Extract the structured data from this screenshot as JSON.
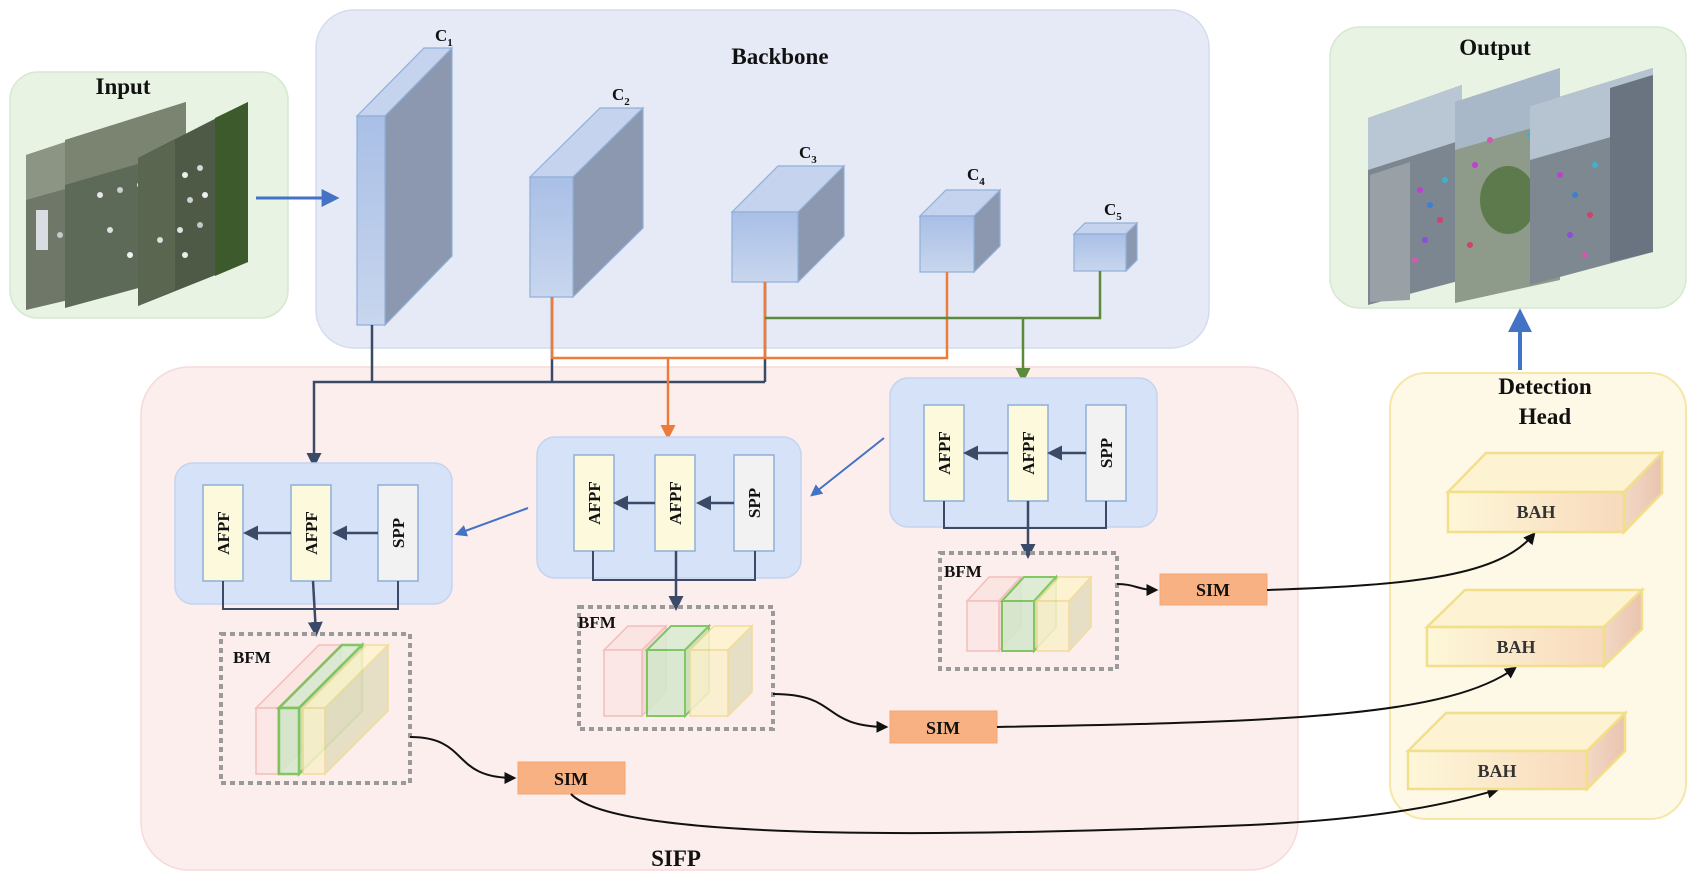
{
  "panels": {
    "input": "Input",
    "backbone": "Backbone",
    "output": "Output",
    "sifp": "SIFP",
    "detection_head": [
      "Detection",
      "Head"
    ]
  },
  "backbone_stages": [
    {
      "base": "C",
      "sub": "1"
    },
    {
      "base": "C",
      "sub": "2"
    },
    {
      "base": "C",
      "sub": "3"
    },
    {
      "base": "C",
      "sub": "4"
    },
    {
      "base": "C",
      "sub": "5"
    }
  ],
  "modules": {
    "afpf": "AFPF",
    "spp": "SPP",
    "bfm": "BFM",
    "sim": "SIM",
    "bah": "BAH"
  },
  "colors": {
    "input_panel": "#e9f3e4",
    "backbone_panel": "#e6eaf6",
    "output_panel": "#e9f3e4",
    "sifp_panel": "#fdeeee",
    "detection_panel": "#fdf9e6",
    "afpf_box": "#fcf9dc",
    "spp_box": "#f2f2f2",
    "sim_box": "#f8b183",
    "dark_arrow": "#3b4a66",
    "orange_line": "#ec7c3b",
    "green_line": "#5a8a3a",
    "blue_arrow": "#4472c4"
  }
}
